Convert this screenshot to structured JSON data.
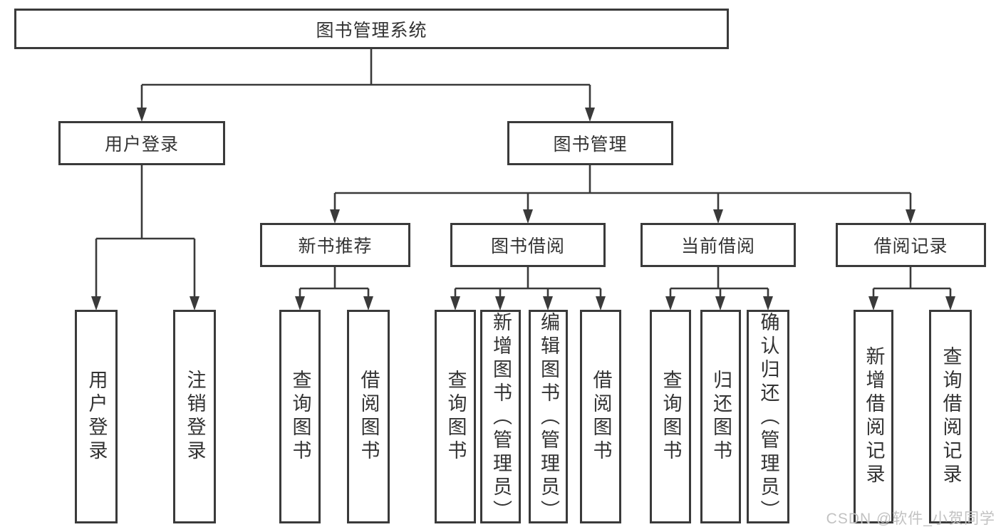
{
  "diagram": {
    "watermark": "CSDN @软件_小贺同学",
    "colors": {
      "line": "#3a3a3a",
      "text": "#333333",
      "background": "#ffffff",
      "watermark": "#c2c2c2"
    },
    "nodes": {
      "root": {
        "label": "图书管理系统"
      },
      "branches": [
        {
          "label": "用户登录",
          "children": [
            {
              "label": "用户登录"
            },
            {
              "label": "注销登录"
            }
          ]
        },
        {
          "label": "图书管理",
          "children": [
            {
              "label": "新书推荐",
              "children": [
                {
                  "label": "查询图书"
                },
                {
                  "label": "借阅图书"
                }
              ]
            },
            {
              "label": "图书借阅",
              "children": [
                {
                  "label": "查询图书"
                },
                {
                  "label": "新增图书（管理员）"
                },
                {
                  "label": "编辑图书（管理员）"
                },
                {
                  "label": "借阅图书"
                }
              ]
            },
            {
              "label": "当前借阅",
              "children": [
                {
                  "label": "查询图书"
                },
                {
                  "label": "归还图书"
                },
                {
                  "label": "确认归还（管理员）"
                }
              ]
            },
            {
              "label": "借阅记录",
              "children": [
                {
                  "label": "新增借阅记录"
                },
                {
                  "label": "查询借阅记录"
                }
              ]
            }
          ]
        }
      ]
    }
  }
}
